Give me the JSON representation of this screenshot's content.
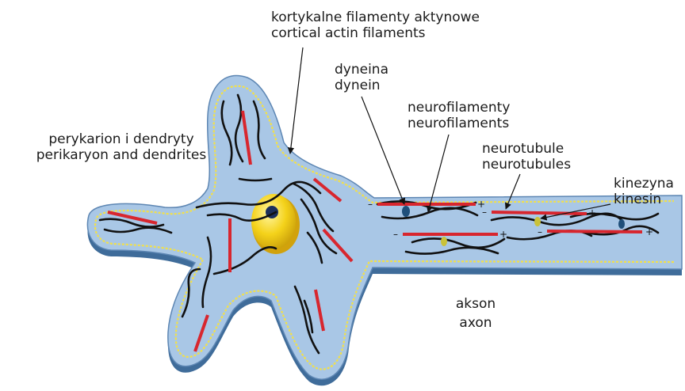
{
  "labels": {
    "cortical": {
      "pl": "kortykalne filamenty aktynowe",
      "en": "cortical actin filaments"
    },
    "perikaryon": {
      "pl": "perykarion i dendryty",
      "en": "perikaryon and dendrites"
    },
    "dynein": {
      "pl": "dyneina",
      "en": "dynein"
    },
    "neurofilaments": {
      "pl": "neurofilamenty",
      "en": "neurofilaments"
    },
    "neurotubules": {
      "pl": "neurotubule",
      "en": "neurotubules"
    },
    "kinesin": {
      "pl": "kinezyna",
      "en": "kinesin"
    },
    "axon": {
      "pl": "akson",
      "en": "axon"
    }
  },
  "polarity": {
    "minus": "–",
    "plus": "+"
  },
  "colors": {
    "cell_fill": "#a9c7e6",
    "cell_edge": "#3f6c9a",
    "cortex_line": "#f2e04a",
    "microtubule": "#d8262e",
    "neurofilament": "#111111",
    "nucleus": "#f4d21a",
    "nucleolus": "#1c2f5c",
    "dynein_motor": "#1f4f7a",
    "kinesin_motor": "#c9c23a"
  }
}
